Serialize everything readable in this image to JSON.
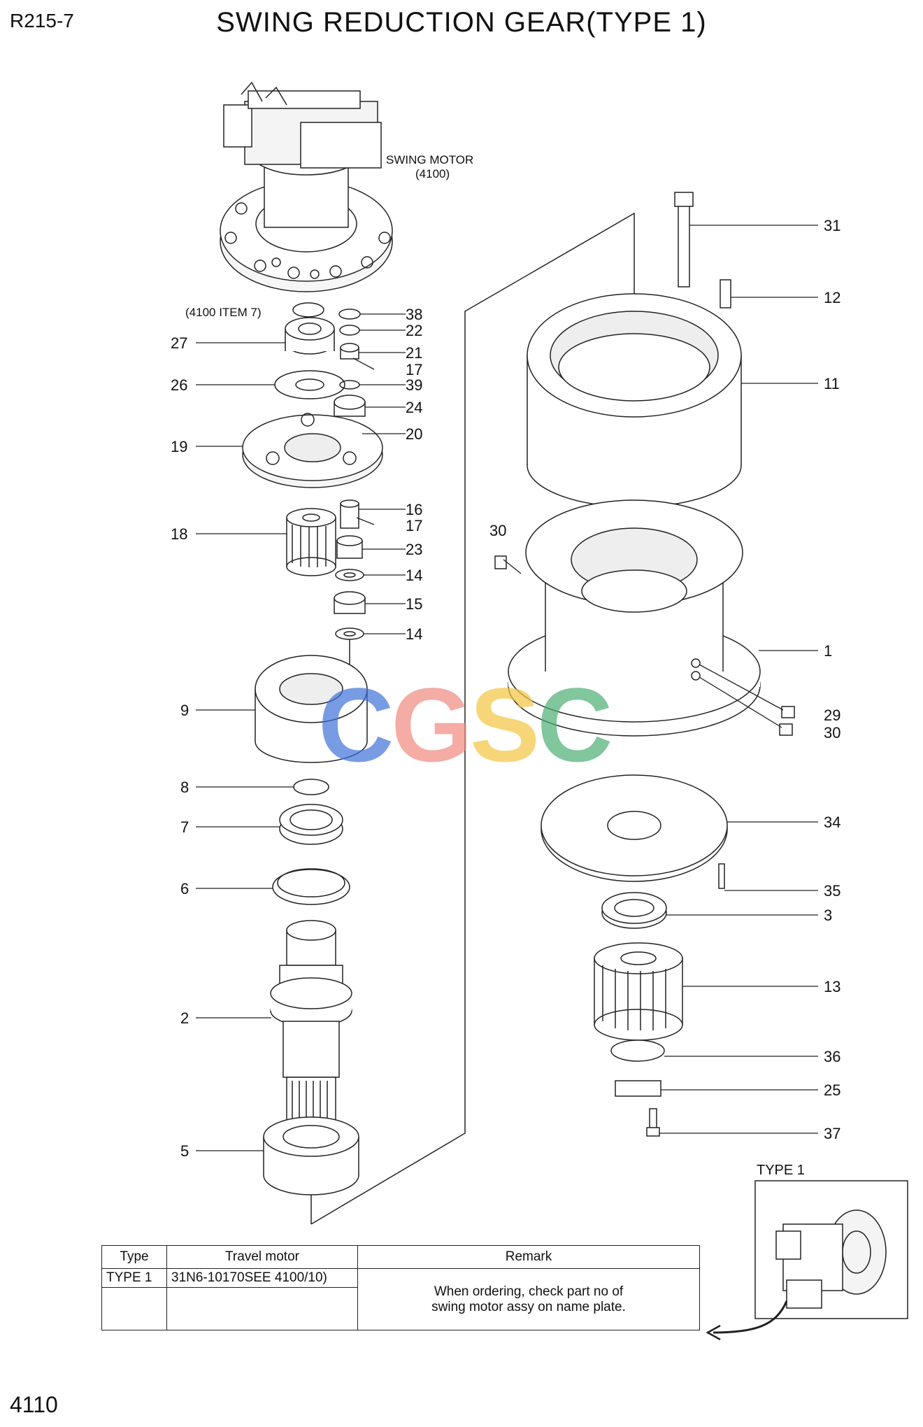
{
  "header": {
    "model": "R215-7",
    "title": "SWING REDUCTION GEAR(TYPE 1)"
  },
  "page_number": "4110",
  "swing_motor": {
    "label": "SWING MOTOR",
    "code": "(4100)"
  },
  "item_ref": "(4100 ITEM 7)",
  "watermark": {
    "letters": [
      "C",
      "G",
      "S",
      "C"
    ],
    "colors": [
      "#3f73d8",
      "#f08a80",
      "#f5c542",
      "#4caf73"
    ]
  },
  "callouts": {
    "c38": "38",
    "c22": "22",
    "c21": "21",
    "c17a": "17",
    "c39": "39",
    "c24": "24",
    "c20": "20",
    "c27": "27",
    "c26": "26",
    "c19": "19",
    "c18": "18",
    "c16": "16",
    "c17b": "17",
    "c23": "23",
    "c14a": "14",
    "c15": "15",
    "c14b": "14",
    "c9": "9",
    "c8": "8",
    "c7": "7",
    "c6": "6",
    "c2": "2",
    "c5": "5",
    "c31": "31",
    "c12": "12",
    "c11": "11",
    "c30a": "30",
    "c1": "1",
    "c29": "29",
    "c30b": "30",
    "c34": "34",
    "c35": "35",
    "c3": "3",
    "c13": "13",
    "c36": "36",
    "c25": "25",
    "c37": "37"
  },
  "table": {
    "headers": [
      "Type",
      "Travel motor",
      "Remark"
    ],
    "rows": [
      {
        "type": "TYPE 1",
        "motor": "31N6-10170SEE 4100/10)"
      }
    ],
    "remark_line1": "When ordering, check part no of",
    "remark_line2": "swing motor assy on name plate."
  },
  "type_box_label": "TYPE 1"
}
